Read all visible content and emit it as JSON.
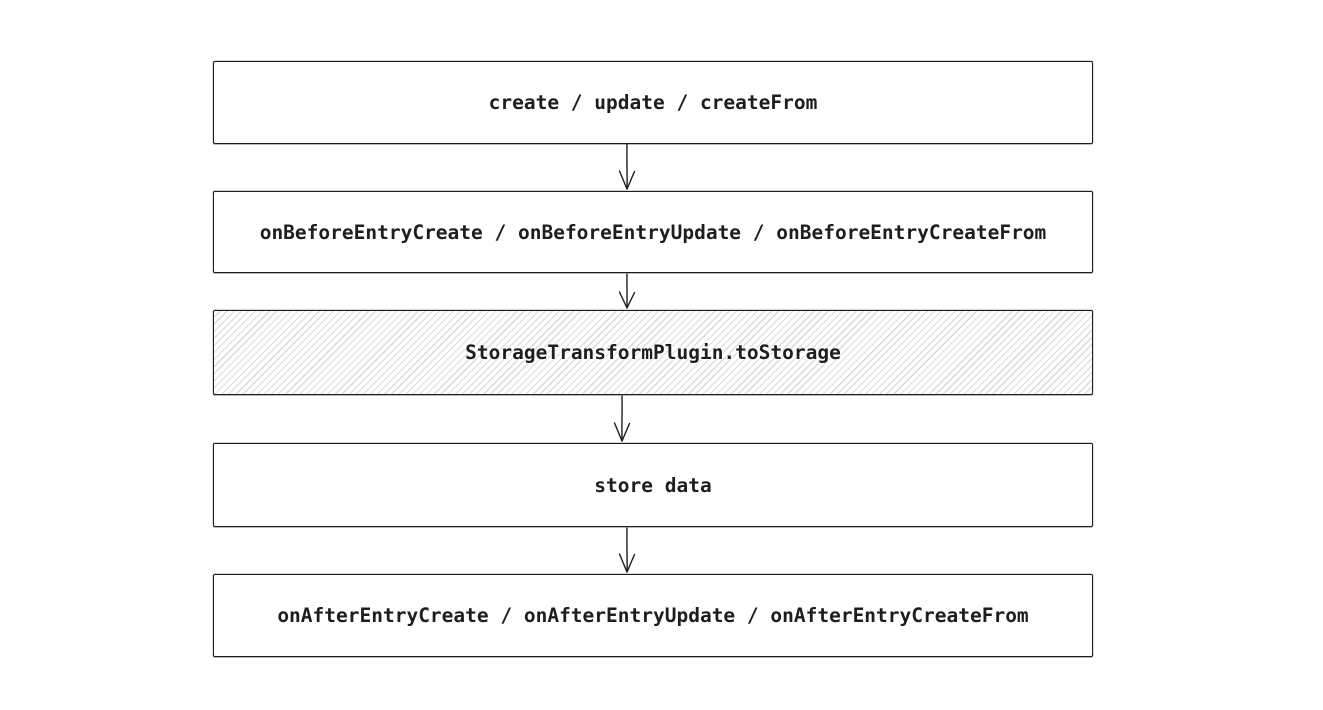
{
  "diagram": {
    "type": "flowchart",
    "direction": "top-down",
    "style": "hand-drawn",
    "colors": {
      "background": "#ffffff",
      "stroke": "#1e1e1e",
      "hatch_fill": "#dadada"
    },
    "nodes": [
      {
        "id": "create-update-createFrom",
        "label": "create / update / createFrom",
        "fill": "solid-white"
      },
      {
        "id": "onBefore-hooks",
        "label": "onBeforeEntryCreate / onBeforeEntryUpdate / onBeforeEntryCreateFrom",
        "fill": "solid-white"
      },
      {
        "id": "storage-transform-toStorage",
        "label": "StorageTransformPlugin.toStorage",
        "fill": "hachure"
      },
      {
        "id": "store-data",
        "label": "store data",
        "fill": "solid-white"
      },
      {
        "id": "onAfter-hooks",
        "label": "onAfterEntryCreate / onAfterEntryUpdate / onAfterEntryCreateFrom",
        "fill": "solid-white"
      }
    ],
    "edges": [
      {
        "from": "create-update-createFrom",
        "to": "onBefore-hooks",
        "type": "arrow-down"
      },
      {
        "from": "onBefore-hooks",
        "to": "storage-transform-toStorage",
        "type": "arrow-down"
      },
      {
        "from": "storage-transform-toStorage",
        "to": "store-data",
        "type": "arrow-down"
      },
      {
        "from": "store-data",
        "to": "onAfter-hooks",
        "type": "arrow-down"
      }
    ]
  }
}
